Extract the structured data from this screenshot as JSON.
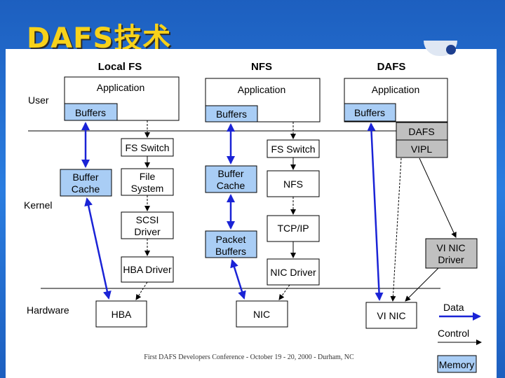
{
  "slide": {
    "title": "DAFS技术",
    "footer": "First DAFS Developers Conference - October 19 - 20, 2000 - Durham, NC"
  },
  "colors": {
    "data_arrow": "#1a23d6",
    "memory_fill": "#a9cdf5",
    "dafs_fill": "#c0c0c0",
    "title": "#f7d21a",
    "background": "#2a7de0"
  },
  "columns": {
    "local_fs": "Local FS",
    "nfs": "NFS",
    "dafs": "DAFS"
  },
  "layers": {
    "user": "User",
    "kernel": "Kernel",
    "hardware": "Hardware"
  },
  "local_fs": {
    "application": "Application",
    "buffers": "Buffers",
    "buffer_cache": [
      "Buffer",
      "Cache"
    ],
    "fs_switch": "FS Switch",
    "file_system": [
      "File",
      "System"
    ],
    "scsi_driver": [
      "SCSI",
      "Driver"
    ],
    "hba_driver": "HBA Driver",
    "hba": "HBA"
  },
  "nfs": {
    "application": "Application",
    "buffers": "Buffers",
    "buffer_cache": [
      "Buffer",
      "Cache"
    ],
    "packet_buffers": [
      "Packet",
      "Buffers"
    ],
    "fs_switch": "FS Switch",
    "nfs": "NFS",
    "tcp_ip": "TCP/IP",
    "nic_driver": "NIC Driver",
    "nic": "NIC"
  },
  "dafs": {
    "application": "Application",
    "buffers": "Buffers",
    "dafs": "DAFS",
    "vipl": "VIPL",
    "vi_nic_driver": [
      "VI NIC",
      "Driver"
    ],
    "vi_nic": "VI NIC"
  },
  "legend": {
    "data": "Data",
    "control": "Control",
    "memory": "Memory"
  }
}
